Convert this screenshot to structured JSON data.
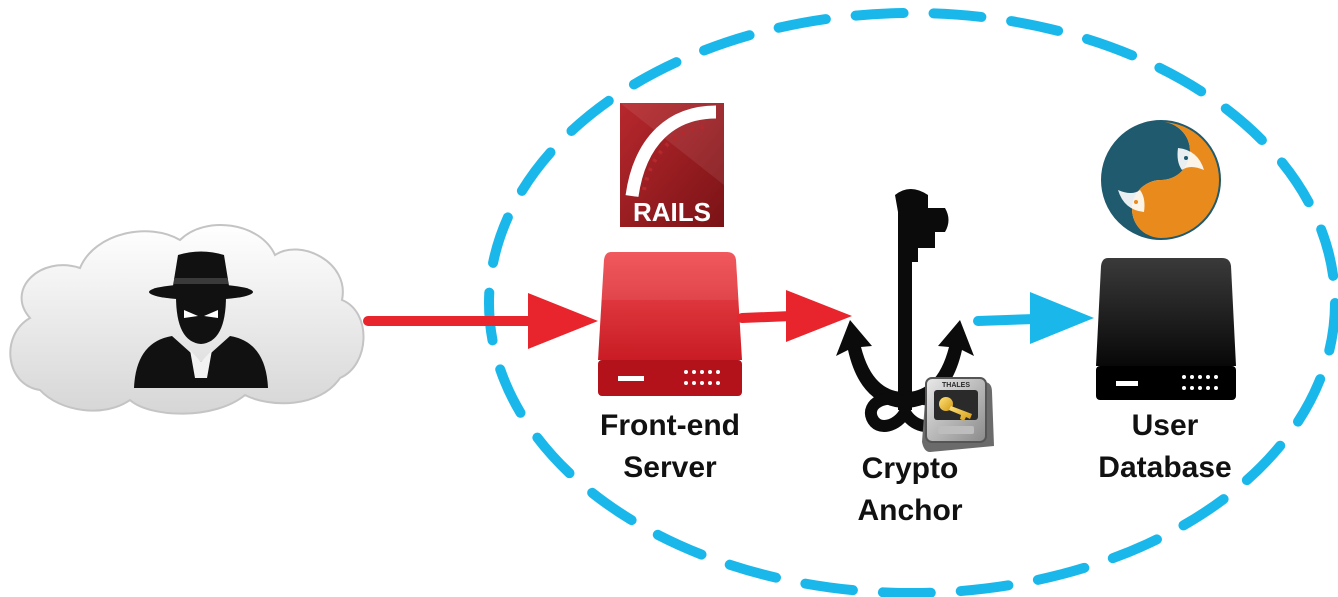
{
  "logos": {
    "rails_text": "RAILS",
    "thales_text": "THALES"
  },
  "labels": {
    "frontend": [
      "Front-end",
      "Server"
    ],
    "crypto": [
      "Crypto",
      "Anchor"
    ],
    "userdb": [
      "User",
      "Database"
    ]
  },
  "colors": {
    "perimeter": "#1ab8ea",
    "attack_arrow": "#e8242c",
    "secure_arrow": "#1ab8ea",
    "frontend_server": "#d8232b",
    "database_server": "#0b0b0b",
    "rails_logo": "#9f1d20",
    "mysql_blue": "#1f5a6e",
    "mysql_orange": "#e98a1c"
  },
  "icons": {
    "attacker": "spy-icon",
    "cloud": "cloud-icon",
    "frontend": "server-icon",
    "crypto": "key-anchor-icon",
    "hsm": "hsm-device-icon",
    "database": "server-icon",
    "rails": "rails-logo",
    "mysql": "mysql-logo"
  }
}
